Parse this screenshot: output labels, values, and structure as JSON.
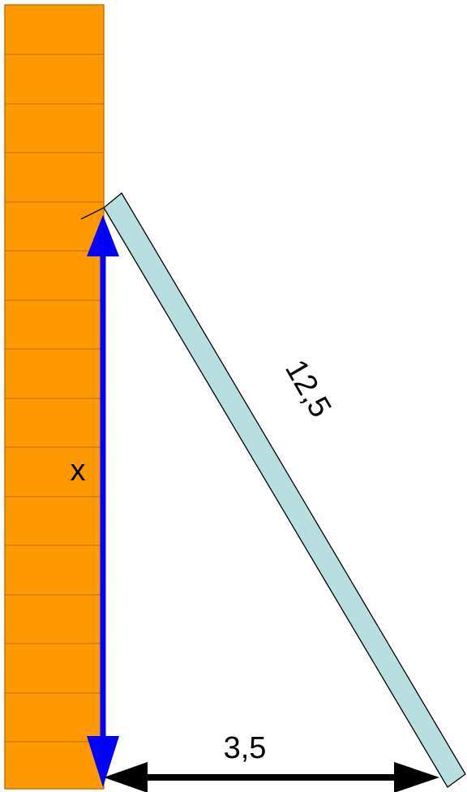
{
  "diagram": {
    "labels": {
      "height": "x",
      "ladder_length": "12,5",
      "base_distance": "3,5"
    },
    "colors": {
      "wall_fill": "#ff9900",
      "wall_stroke": "#c87400",
      "ladder_fill": "#b7dfe0",
      "ladder_stroke": "#000000",
      "height_arrow": "#0000ff",
      "base_arrow": "#000000"
    }
  }
}
